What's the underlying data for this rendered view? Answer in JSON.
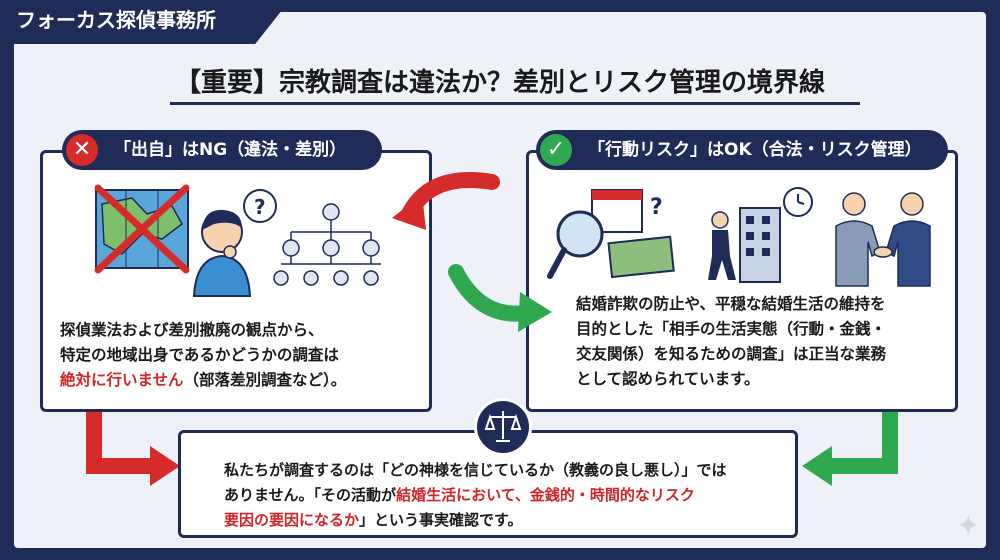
{
  "brand": "フォーカス探偵事務所",
  "title": "【重要】宗教調査は違法か？差別とリスク管理の境界線",
  "left_panel": {
    "heading": "「出自」はNG（違法・差別）",
    "icon": "x-mark-icon",
    "text_line1": "探偵業法および差別撤廃の観点から、",
    "text_line2": "特定の地域出身であるかどうかの調査は",
    "text_line3_red": "絶対に行いません",
    "text_line3_rest": "（部落差別調査など）。",
    "accent_color": "#d52b2b"
  },
  "right_panel": {
    "heading": "「行動リスク」はOK（合法・リスク管理）",
    "icon": "check-mark-icon",
    "text_line1": "結婚詐欺の防止や、平穏な結婚生活の維持を",
    "text_line2": "目的とした「相手の生活実態（行動・金銭・",
    "text_line3": "交友関係）を知るための調査」は正当な業務",
    "text_line4": "として認められています。",
    "accent_color": "#2fa84f"
  },
  "bottom_panel": {
    "icon": "scales-icon",
    "line1": "私たちが調査するのは「どの神様を信じているか（教義の良し悪し）」では",
    "line2_pre": "ありません。「その活動が",
    "line2_red": "結婚生活において、金銭的・時間的なリスク",
    "line3_red": "要因の要因になるか",
    "line3_post": "」という事実確認です。"
  },
  "colors": {
    "navy": "#1e2c57",
    "red": "#d52b2b",
    "green": "#2fa84f"
  }
}
